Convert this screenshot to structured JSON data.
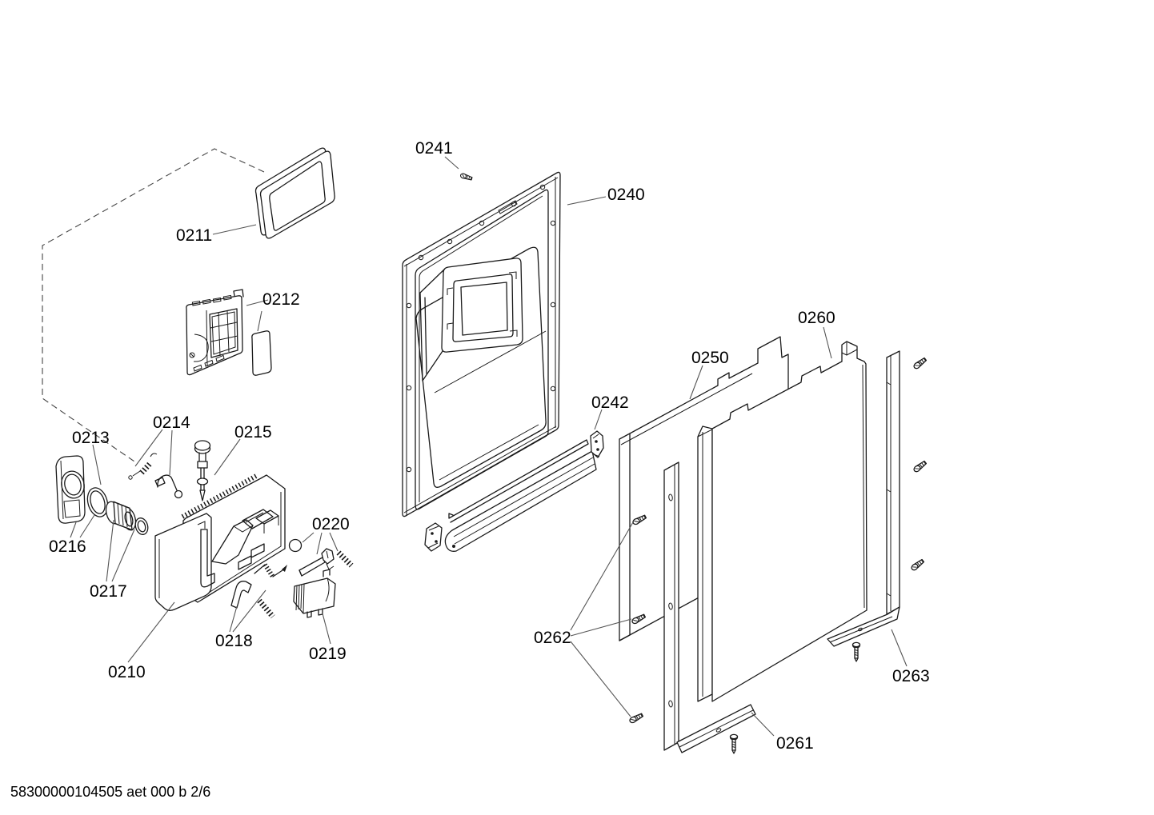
{
  "footer": {
    "text": "58300000104505 aet 000 b 2/6"
  },
  "diagram": {
    "type": "exploded-parts-diagram",
    "subject": "dishwasher door assembly",
    "line_color": "#1a1a1a",
    "background_color": "#ffffff",
    "labels": [
      {
        "id": "part-0210",
        "text": "0210"
      },
      {
        "id": "part-0211",
        "text": "0211"
      },
      {
        "id": "part-0212",
        "text": "0212"
      },
      {
        "id": "part-0213",
        "text": "0213"
      },
      {
        "id": "part-0214",
        "text": "0214"
      },
      {
        "id": "part-0215",
        "text": "0215"
      },
      {
        "id": "part-0216",
        "text": "0216"
      },
      {
        "id": "part-0217",
        "text": "0217"
      },
      {
        "id": "part-0218",
        "text": "0218"
      },
      {
        "id": "part-0219",
        "text": "0219"
      },
      {
        "id": "part-0220",
        "text": "0220"
      },
      {
        "id": "part-0240",
        "text": "0240"
      },
      {
        "id": "part-0241",
        "text": "0241"
      },
      {
        "id": "part-0242",
        "text": "0242"
      },
      {
        "id": "part-0250",
        "text": "0250"
      },
      {
        "id": "part-0260",
        "text": "0260"
      },
      {
        "id": "part-0261",
        "text": "0261"
      },
      {
        "id": "part-0262",
        "text": "0262"
      },
      {
        "id": "part-0263",
        "text": "0263"
      }
    ]
  }
}
